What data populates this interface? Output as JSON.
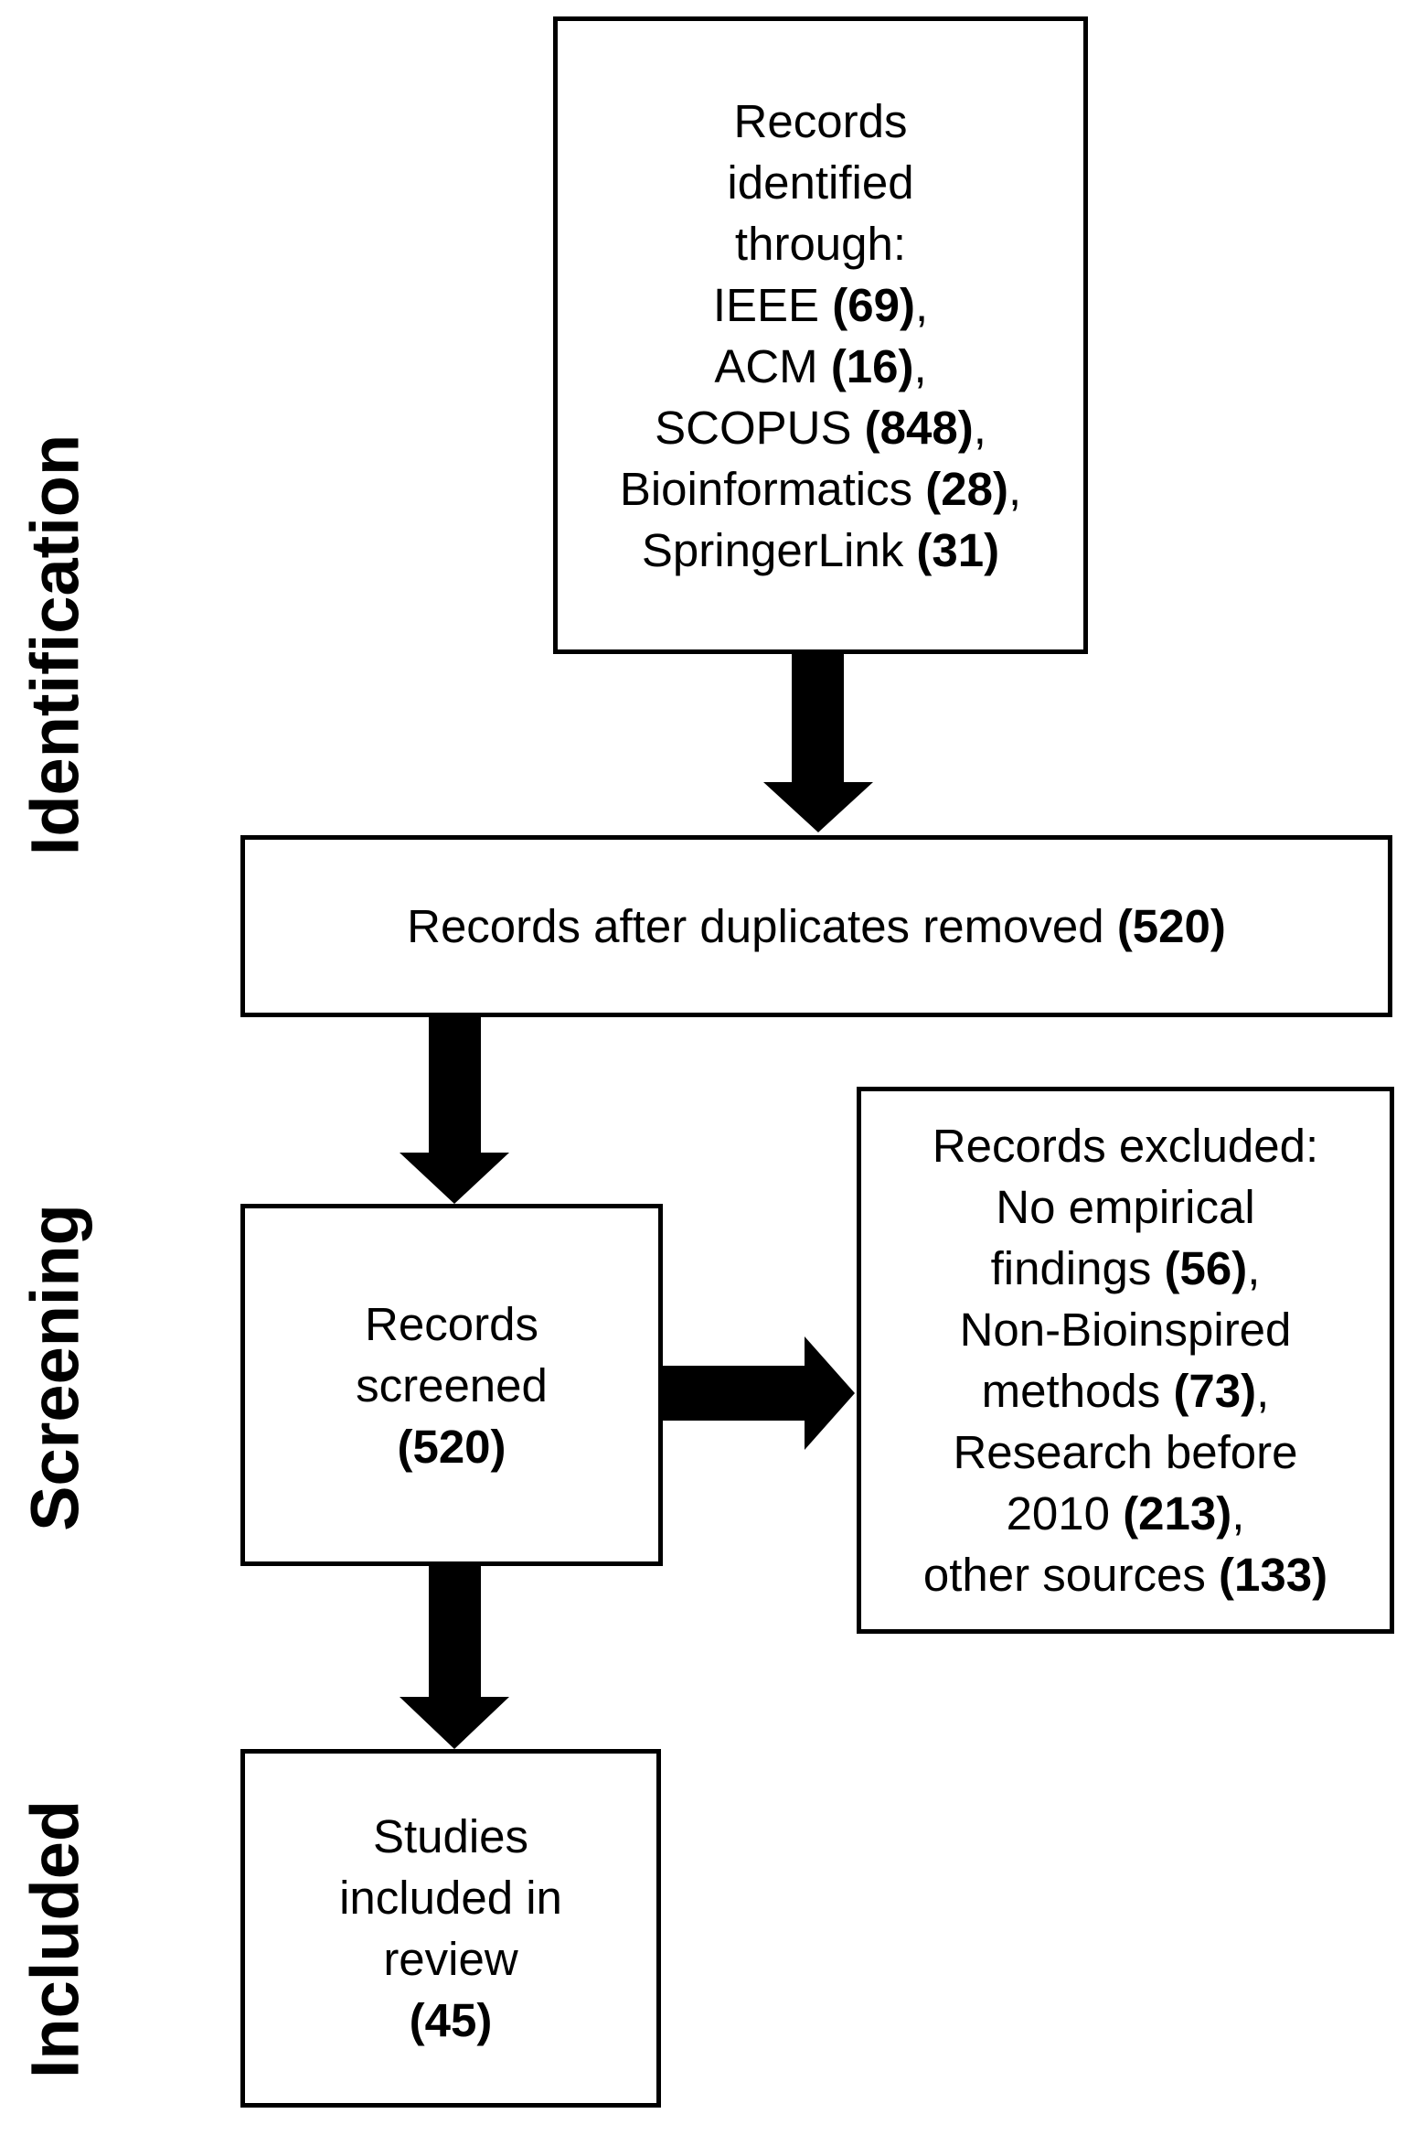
{
  "phases": {
    "identification": "Identification",
    "screening": "Screening",
    "included": "Included"
  },
  "identified": {
    "lines": [
      {
        "text": "Records",
        "count": "",
        "suffix": ""
      },
      {
        "text": "identified",
        "count": "",
        "suffix": ""
      },
      {
        "text": "through:",
        "count": "",
        "suffix": ""
      },
      {
        "text": "IEEE ",
        "count": "(69)",
        "suffix": ","
      },
      {
        "text": "ACM ",
        "count": "(16)",
        "suffix": ","
      },
      {
        "text": "SCOPUS ",
        "count": "(848)",
        "suffix": ","
      },
      {
        "text": "Bioinformatics ",
        "count": "(28)",
        "suffix": ","
      },
      {
        "text": "SpringerLink ",
        "count": "(31)",
        "suffix": ""
      }
    ]
  },
  "deduplicated": {
    "label": "Records after duplicates removed ",
    "count": "(520)"
  },
  "screened": {
    "line1": "Records",
    "line2": "screened",
    "count": "(520)"
  },
  "excluded": {
    "lines": [
      {
        "text": "Records excluded:",
        "count": "",
        "suffix": ""
      },
      {
        "text": "No empirical",
        "count": "",
        "suffix": ""
      },
      {
        "text": "findings ",
        "count": "(56)",
        "suffix": ","
      },
      {
        "text": "Non-Bioinspired",
        "count": "",
        "suffix": ""
      },
      {
        "text": "methods ",
        "count": "(73)",
        "suffix": ","
      },
      {
        "text": "Research before",
        "count": "",
        "suffix": ""
      },
      {
        "text": "2010 ",
        "count": "(213)",
        "suffix": ","
      },
      {
        "text": "other sources ",
        "count": "(133)",
        "suffix": ""
      }
    ]
  },
  "included": {
    "line1": "Studies",
    "line2": "included in",
    "line3": "review",
    "count": "(45)"
  }
}
